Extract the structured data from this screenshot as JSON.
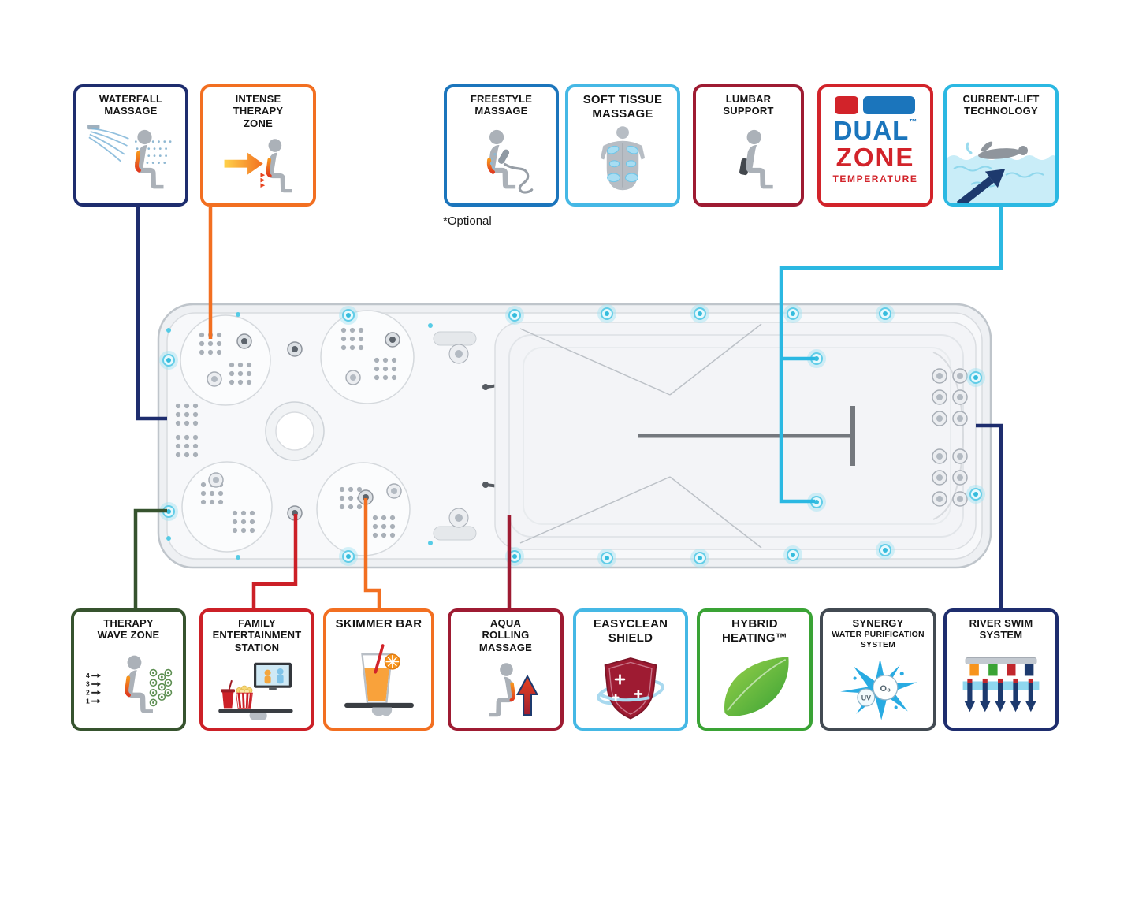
{
  "note": "*Optional",
  "colors": {
    "navy": "#1e2d6e",
    "orange": "#f26f21",
    "blue": "#1b75bc",
    "light_blue": "#45b8e5",
    "crimson": "#9e1b32",
    "red": "#cc2027",
    "bright_red": "#d2232a",
    "cyan": "#2bb8e2",
    "dark_green": "#36532e",
    "green": "#3aa335",
    "charcoal": "#424a52"
  },
  "boxes": {
    "waterfall": {
      "label": "WATERFALL\nMASSAGE",
      "border": "#1e2d6e"
    },
    "intense": {
      "label": "INTENSE\nTHERAPY\nZONE",
      "border": "#f26f21"
    },
    "freestyle": {
      "label": "FREESTYLE\nMASSAGE",
      "border": "#1b75bc"
    },
    "soft_tissue": {
      "label": "SOFT TISSUE\nMASSAGE",
      "border": "#45b8e5"
    },
    "lumbar": {
      "label": "LUMBAR\nSUPPORT",
      "border": "#9e1b32"
    },
    "dual_zone": {
      "word1": "DUAL",
      "tm": "™",
      "word2": "ZONE",
      "word3": "TEMPERATURE",
      "border": "#d2232a"
    },
    "current_lift": {
      "label": "CURRENT-LIFT\nTECHNOLOGY",
      "border": "#2bb8e2"
    },
    "therapy_wave": {
      "label": "THERAPY\nWAVE ZONE",
      "border": "#36532e",
      "numbers": [
        "4",
        "3",
        "2",
        "1"
      ]
    },
    "family": {
      "label": "FAMILY\nENTERTAINMENT\nSTATION",
      "border": "#cc2027"
    },
    "skimmer": {
      "label": "SKIMMER BAR",
      "border": "#f26f21"
    },
    "aqua": {
      "label": "AQUA\nROLLING\nMASSAGE",
      "border": "#9e1b32"
    },
    "easyclean": {
      "label": "EASYCLEAN\nSHIELD",
      "border": "#45b8e5"
    },
    "hybrid": {
      "label": "HYBRID\nHEATING™",
      "border": "#3aa335"
    },
    "synergy": {
      "title": "SYNERGY",
      "subtitle": "WATER PURIFICATION\nSYSTEM",
      "uv": "UV",
      "o3": "O₃",
      "border": "#424a52"
    },
    "river": {
      "label": "RIVER SWIM\nSYSTEM",
      "border": "#1e2d6e"
    }
  }
}
